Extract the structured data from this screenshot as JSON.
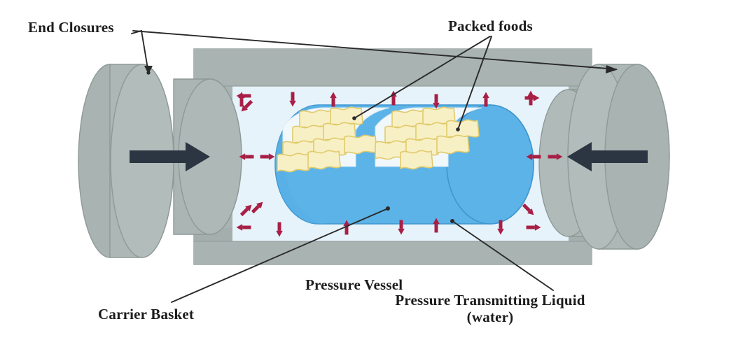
{
  "figure": {
    "title": "High pressure processing vessel schematic",
    "type": "cross-section-diagram"
  },
  "labels": {
    "end_closures": "End Closures",
    "packed_foods": "Packed foods",
    "pressure_vessel": "Pressure Vessel",
    "carrier_basket": "Carrier Basket",
    "pressure_transmitting_liquid_line1": "Pressure Transmitting Liquid",
    "pressure_transmitting_liquid_line2": "(water)"
  },
  "colors": {
    "vessel_gray": "#a9b3b1",
    "vessel_gray_dark": "#97a3a1",
    "closure_gray": "#b0b8b6",
    "closure_face": "#a6b0ae",
    "outline_gray": "#7f8c8a",
    "liquid_pale_blue": "#e7f3fa",
    "basket_blue": "#5cb3e8",
    "basket_blue_dark": "#4ea6de",
    "food_cream": "#f7eec0",
    "food_outline": "#e3cf72",
    "arrow_red": "#a81f46",
    "thrust_arrow": "#2b3642",
    "leader_line": "#2a2a2a",
    "text": "#1c1c1c",
    "background": "#ffffff"
  },
  "parts": {
    "end_closure_left": {
      "name": "left end closure",
      "thrust_direction": "right"
    },
    "end_closure_right": {
      "name": "right end closure",
      "thrust_direction": "left"
    },
    "pressure_vessel": {
      "name": "pressure vessel body"
    },
    "carrier_basket": {
      "name": "carrier basket",
      "fill": "basket_blue"
    },
    "packed_foods": {
      "name": "packed food pouches",
      "groups": 2,
      "pouches_per_group": 9
    },
    "pressure_transmitting_liquid": {
      "name": "water",
      "fill": "liquid_pale_blue"
    }
  },
  "pressure_arrows": {
    "description": "isostatic pressure arrows acting in all directions",
    "count": 24,
    "color": "#a81f46"
  }
}
